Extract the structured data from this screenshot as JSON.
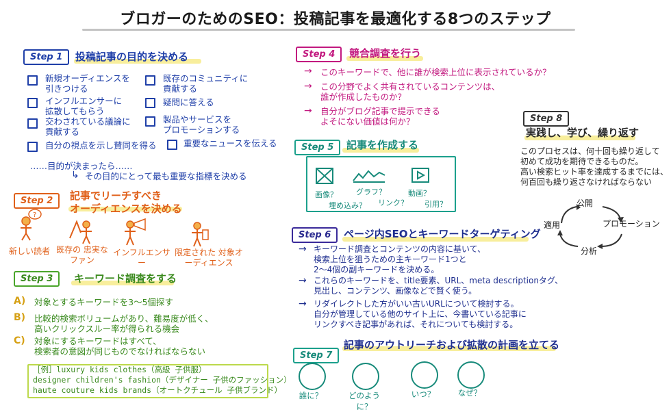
{
  "title": "ブロガーのためのSEO：投稿記事を最適化する8つのステップ",
  "step1": {
    "tag": "Step 1",
    "heading": "投稿記事の目的を決める",
    "items": [
      "新規オーディエンスを\n引きつける",
      "既存のコミュニティに\n貢献する",
      "インフルエンサーに\n拡散してもらう",
      "疑問に答える",
      "交わされている議論に\n貢献する",
      "製品やサービスを\nプロモーションする",
      "自分の視点を示し賛同を得る",
      "重要なニュースを伝える"
    ],
    "after": "……目的が決まったら……",
    "after2": "その目的にとって最も重要な指標を決める"
  },
  "step2": {
    "tag": "Step 2",
    "heading": "記事でリーチすべき\nオーディエンスを決める",
    "people": [
      "新しい読者",
      "既存の\n忠実なファン",
      "インフルエンサー",
      "限定された\n対象オーディエンス"
    ]
  },
  "step3": {
    "tag": "Step 3",
    "heading": "キーワード調査をする",
    "items": [
      {
        "mark": "A)",
        "text": "対象とするキーワードを3～5個探す"
      },
      {
        "mark": "B)",
        "text": "比較的検索ボリュームがあり、難易度が低く、\n高いクリックスルー率が得られる機会"
      },
      {
        "mark": "C)",
        "text": "対象にするキーワードはすべて、\n検索者の意図が同じものでなければならない"
      }
    ],
    "examples": [
      "［例］luxury kids clothes（高級 子供服）",
      "designer children's fashion（デザイナー 子供のファッション）",
      "haute couture kids brands（オートクチュール 子供ブランド）"
    ]
  },
  "step4": {
    "tag": "Step 4",
    "heading": "競合調査を行う",
    "items": [
      "このキーワードで、他に誰が検索上位に表示されているか？",
      "この分野でよく共有されているコンテンツは、\n誰が作成したものか？",
      "自分がブログ記事で提示できる\nよそにない価値は何か？"
    ]
  },
  "step5": {
    "tag": "Step 5",
    "heading": "記事を作成する",
    "labels": [
      "画像？",
      "グラフ？",
      "動画？",
      "埋め込み？",
      "リンク？",
      "引用？"
    ]
  },
  "step6": {
    "tag": "Step 6",
    "heading": "ページ内SEOとキーワードターゲティング",
    "items": [
      "キーワード調査とコンテンツの内容に基いて、\n検索上位を狙うための主キーワード1つと\n2～4個の副キーワードを決める。",
      "これらのキーワードを、title要素、URL、meta descriptionタグ、\n見出し、コンテンツ、画像などで賢く使う。",
      "リダイレクトした方がいい古いURLについて検討する。\n自分が管理している他のサイト上に、今書いている記事に\nリンクすべき記事があれば、それについても検討する。"
    ]
  },
  "step7": {
    "tag": "Step 7",
    "heading": "記事のアウトリーチおよび拡散の計画を立てる",
    "labels": [
      "誰に？",
      "どのように？",
      "いつ？",
      "なぜ？"
    ]
  },
  "step8": {
    "tag": "Step 8",
    "heading": "実践し、学び、繰り返す",
    "body": "このプロセスは、何十回も繰り返して\n初めて成功を期待できるものだ。\n高い検索ヒット率を達成するまでには、\n何百回も繰り返さなければならない",
    "cycle": [
      "公開",
      "プロモーション",
      "分析",
      "適用"
    ]
  },
  "colors": {
    "blue": "#1f3fa8",
    "orange": "#e0601a",
    "green": "#3a8a1e",
    "magenta": "#c2187f",
    "teal": "#178a7a",
    "navy": "#2a2a8f",
    "yellow": "#f3e04a"
  }
}
